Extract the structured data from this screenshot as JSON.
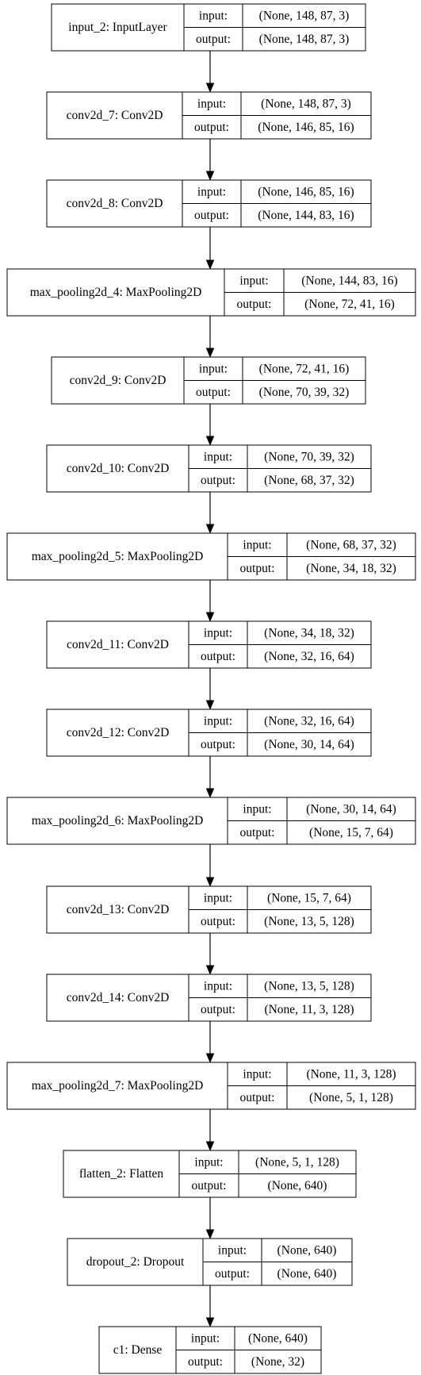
{
  "diagram": {
    "nodes": [
      {
        "name": "input_2: InputLayer",
        "input_label": "input:",
        "output_label": "output:",
        "input_shape": "(None, 148, 87, 3)",
        "output_shape": "(None, 148, 87, 3)"
      },
      {
        "name": "conv2d_7: Conv2D",
        "input_label": "input:",
        "output_label": "output:",
        "input_shape": "(None, 148, 87, 3)",
        "output_shape": "(None, 146, 85, 16)"
      },
      {
        "name": "conv2d_8: Conv2D",
        "input_label": "input:",
        "output_label": "output:",
        "input_shape": "(None, 146, 85, 16)",
        "output_shape": "(None, 144, 83, 16)"
      },
      {
        "name": "max_pooling2d_4: MaxPooling2D",
        "input_label": "input:",
        "output_label": "output:",
        "input_shape": "(None, 144, 83, 16)",
        "output_shape": "(None, 72, 41, 16)"
      },
      {
        "name": "conv2d_9: Conv2D",
        "input_label": "input:",
        "output_label": "output:",
        "input_shape": "(None, 72, 41, 16)",
        "output_shape": "(None, 70, 39, 32)"
      },
      {
        "name": "conv2d_10: Conv2D",
        "input_label": "input:",
        "output_label": "output:",
        "input_shape": "(None, 70, 39, 32)",
        "output_shape": "(None, 68, 37, 32)"
      },
      {
        "name": "max_pooling2d_5: MaxPooling2D",
        "input_label": "input:",
        "output_label": "output:",
        "input_shape": "(None, 68, 37, 32)",
        "output_shape": "(None, 34, 18, 32)"
      },
      {
        "name": "conv2d_11: Conv2D",
        "input_label": "input:",
        "output_label": "output:",
        "input_shape": "(None, 34, 18, 32)",
        "output_shape": "(None, 32, 16, 64)"
      },
      {
        "name": "conv2d_12: Conv2D",
        "input_label": "input:",
        "output_label": "output:",
        "input_shape": "(None, 32, 16, 64)",
        "output_shape": "(None, 30, 14, 64)"
      },
      {
        "name": "max_pooling2d_6: MaxPooling2D",
        "input_label": "input:",
        "output_label": "output:",
        "input_shape": "(None, 30, 14, 64)",
        "output_shape": "(None, 15, 7, 64)"
      },
      {
        "name": "conv2d_13: Conv2D",
        "input_label": "input:",
        "output_label": "output:",
        "input_shape": "(None, 15, 7, 64)",
        "output_shape": "(None, 13, 5, 128)"
      },
      {
        "name": "conv2d_14: Conv2D",
        "input_label": "input:",
        "output_label": "output:",
        "input_shape": "(None, 13, 5, 128)",
        "output_shape": "(None, 11, 3, 128)"
      },
      {
        "name": "max_pooling2d_7: MaxPooling2D",
        "input_label": "input:",
        "output_label": "output:",
        "input_shape": "(None, 11, 3, 128)",
        "output_shape": "(None, 5, 1, 128)"
      },
      {
        "name": "flatten_2: Flatten",
        "input_label": "input:",
        "output_label": "output:",
        "input_shape": "(None, 5, 1, 128)",
        "output_shape": "(None, 640)"
      },
      {
        "name": "dropout_2: Dropout",
        "input_label": "input:",
        "output_label": "output:",
        "input_shape": "(None, 640)",
        "output_shape": "(None, 640)"
      },
      {
        "name": "c1: Dense",
        "input_label": "input:",
        "output_label": "output:",
        "input_shape": "(None, 640)",
        "output_shape": "(None, 32)"
      }
    ]
  }
}
